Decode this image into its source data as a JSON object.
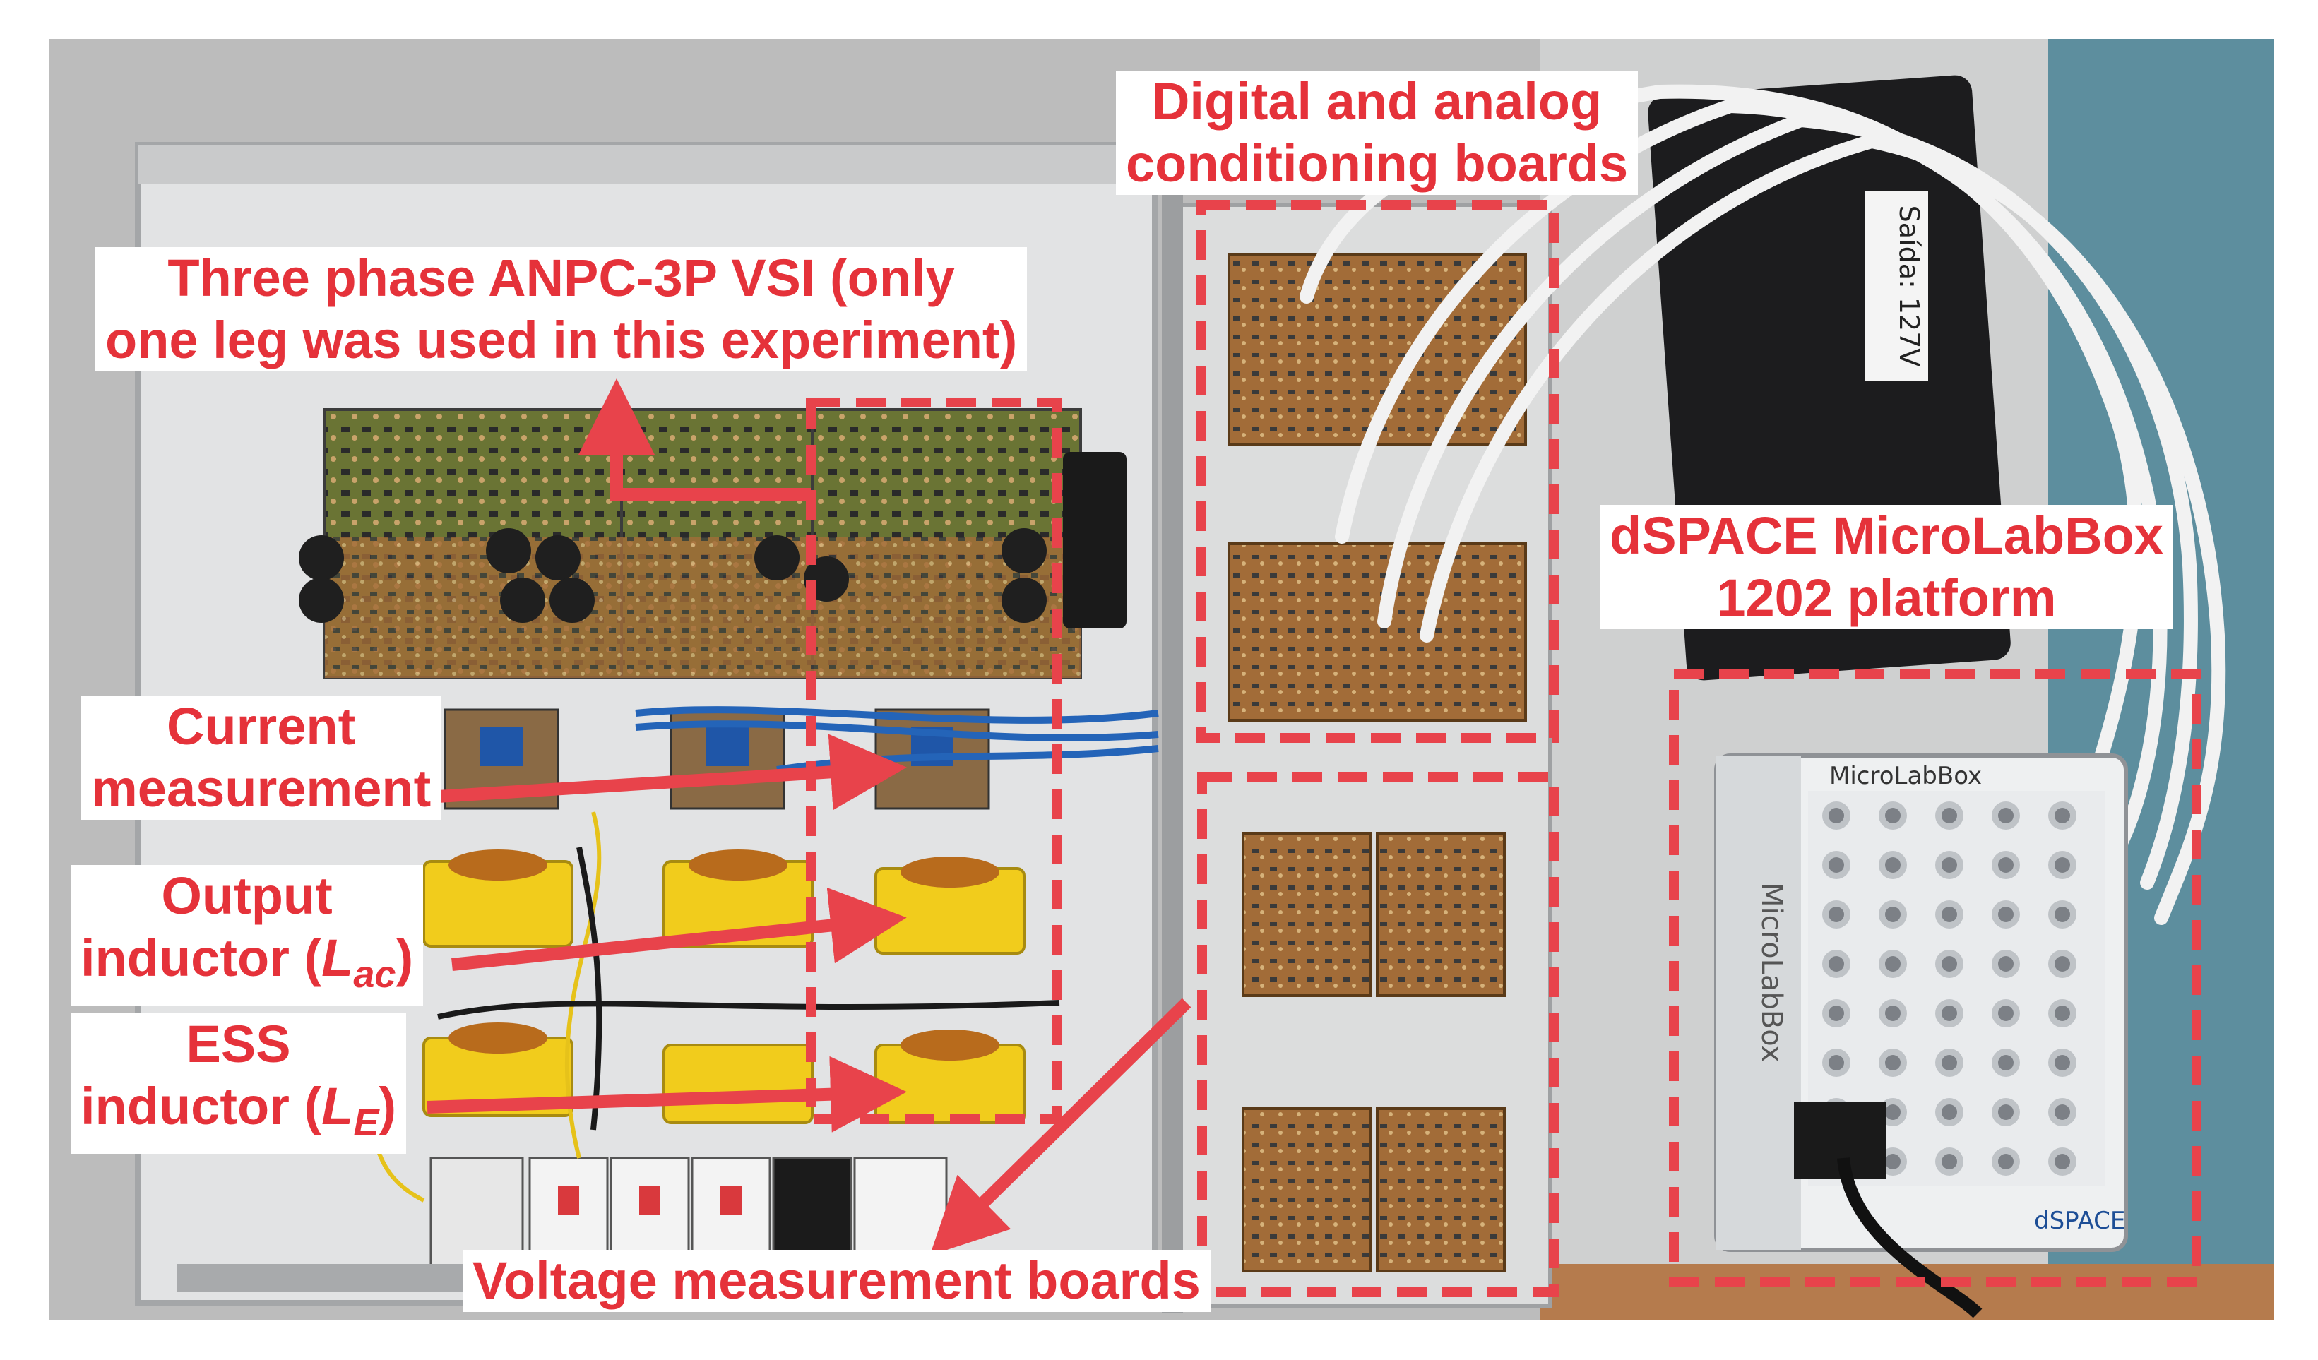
{
  "annotations": {
    "vsi_line1": "Three phase ANPC-3P VSI (only",
    "vsi_line2": "one leg was used in this experiment)",
    "cond_line1": "Digital and analog",
    "cond_line2": "conditioning boards",
    "dspace_line1": "dSPACE MicroLabBox",
    "dspace_line2": "1202 platform",
    "current_line1": "Current",
    "current_line2": "measurement",
    "output_line1": "Output",
    "output_line2_prefix": "inductor (",
    "output_symbol": "L",
    "output_subscript": "ac",
    "output_suffix": ")",
    "ess_line1": "ESS",
    "ess_line2_prefix": "inductor (",
    "ess_symbol": "L",
    "ess_subscript": "E",
    "ess_suffix": ")",
    "voltage": "Voltage measurement boards"
  },
  "device_text": {
    "microlabbox_front": "MicroLabBox",
    "microlabbox_side": "MicroLabBox",
    "brand": "dSPACE",
    "tag": "Saída: 127V"
  },
  "colors": {
    "annotation_red": "#e5323a",
    "panel_gray": "#d9dadb",
    "pcb_brown": "#a5733f",
    "pcb_green": "#6f7a36",
    "cable_white": "#f2f2f2",
    "inductor_yellow": "#f1cc1c"
  }
}
